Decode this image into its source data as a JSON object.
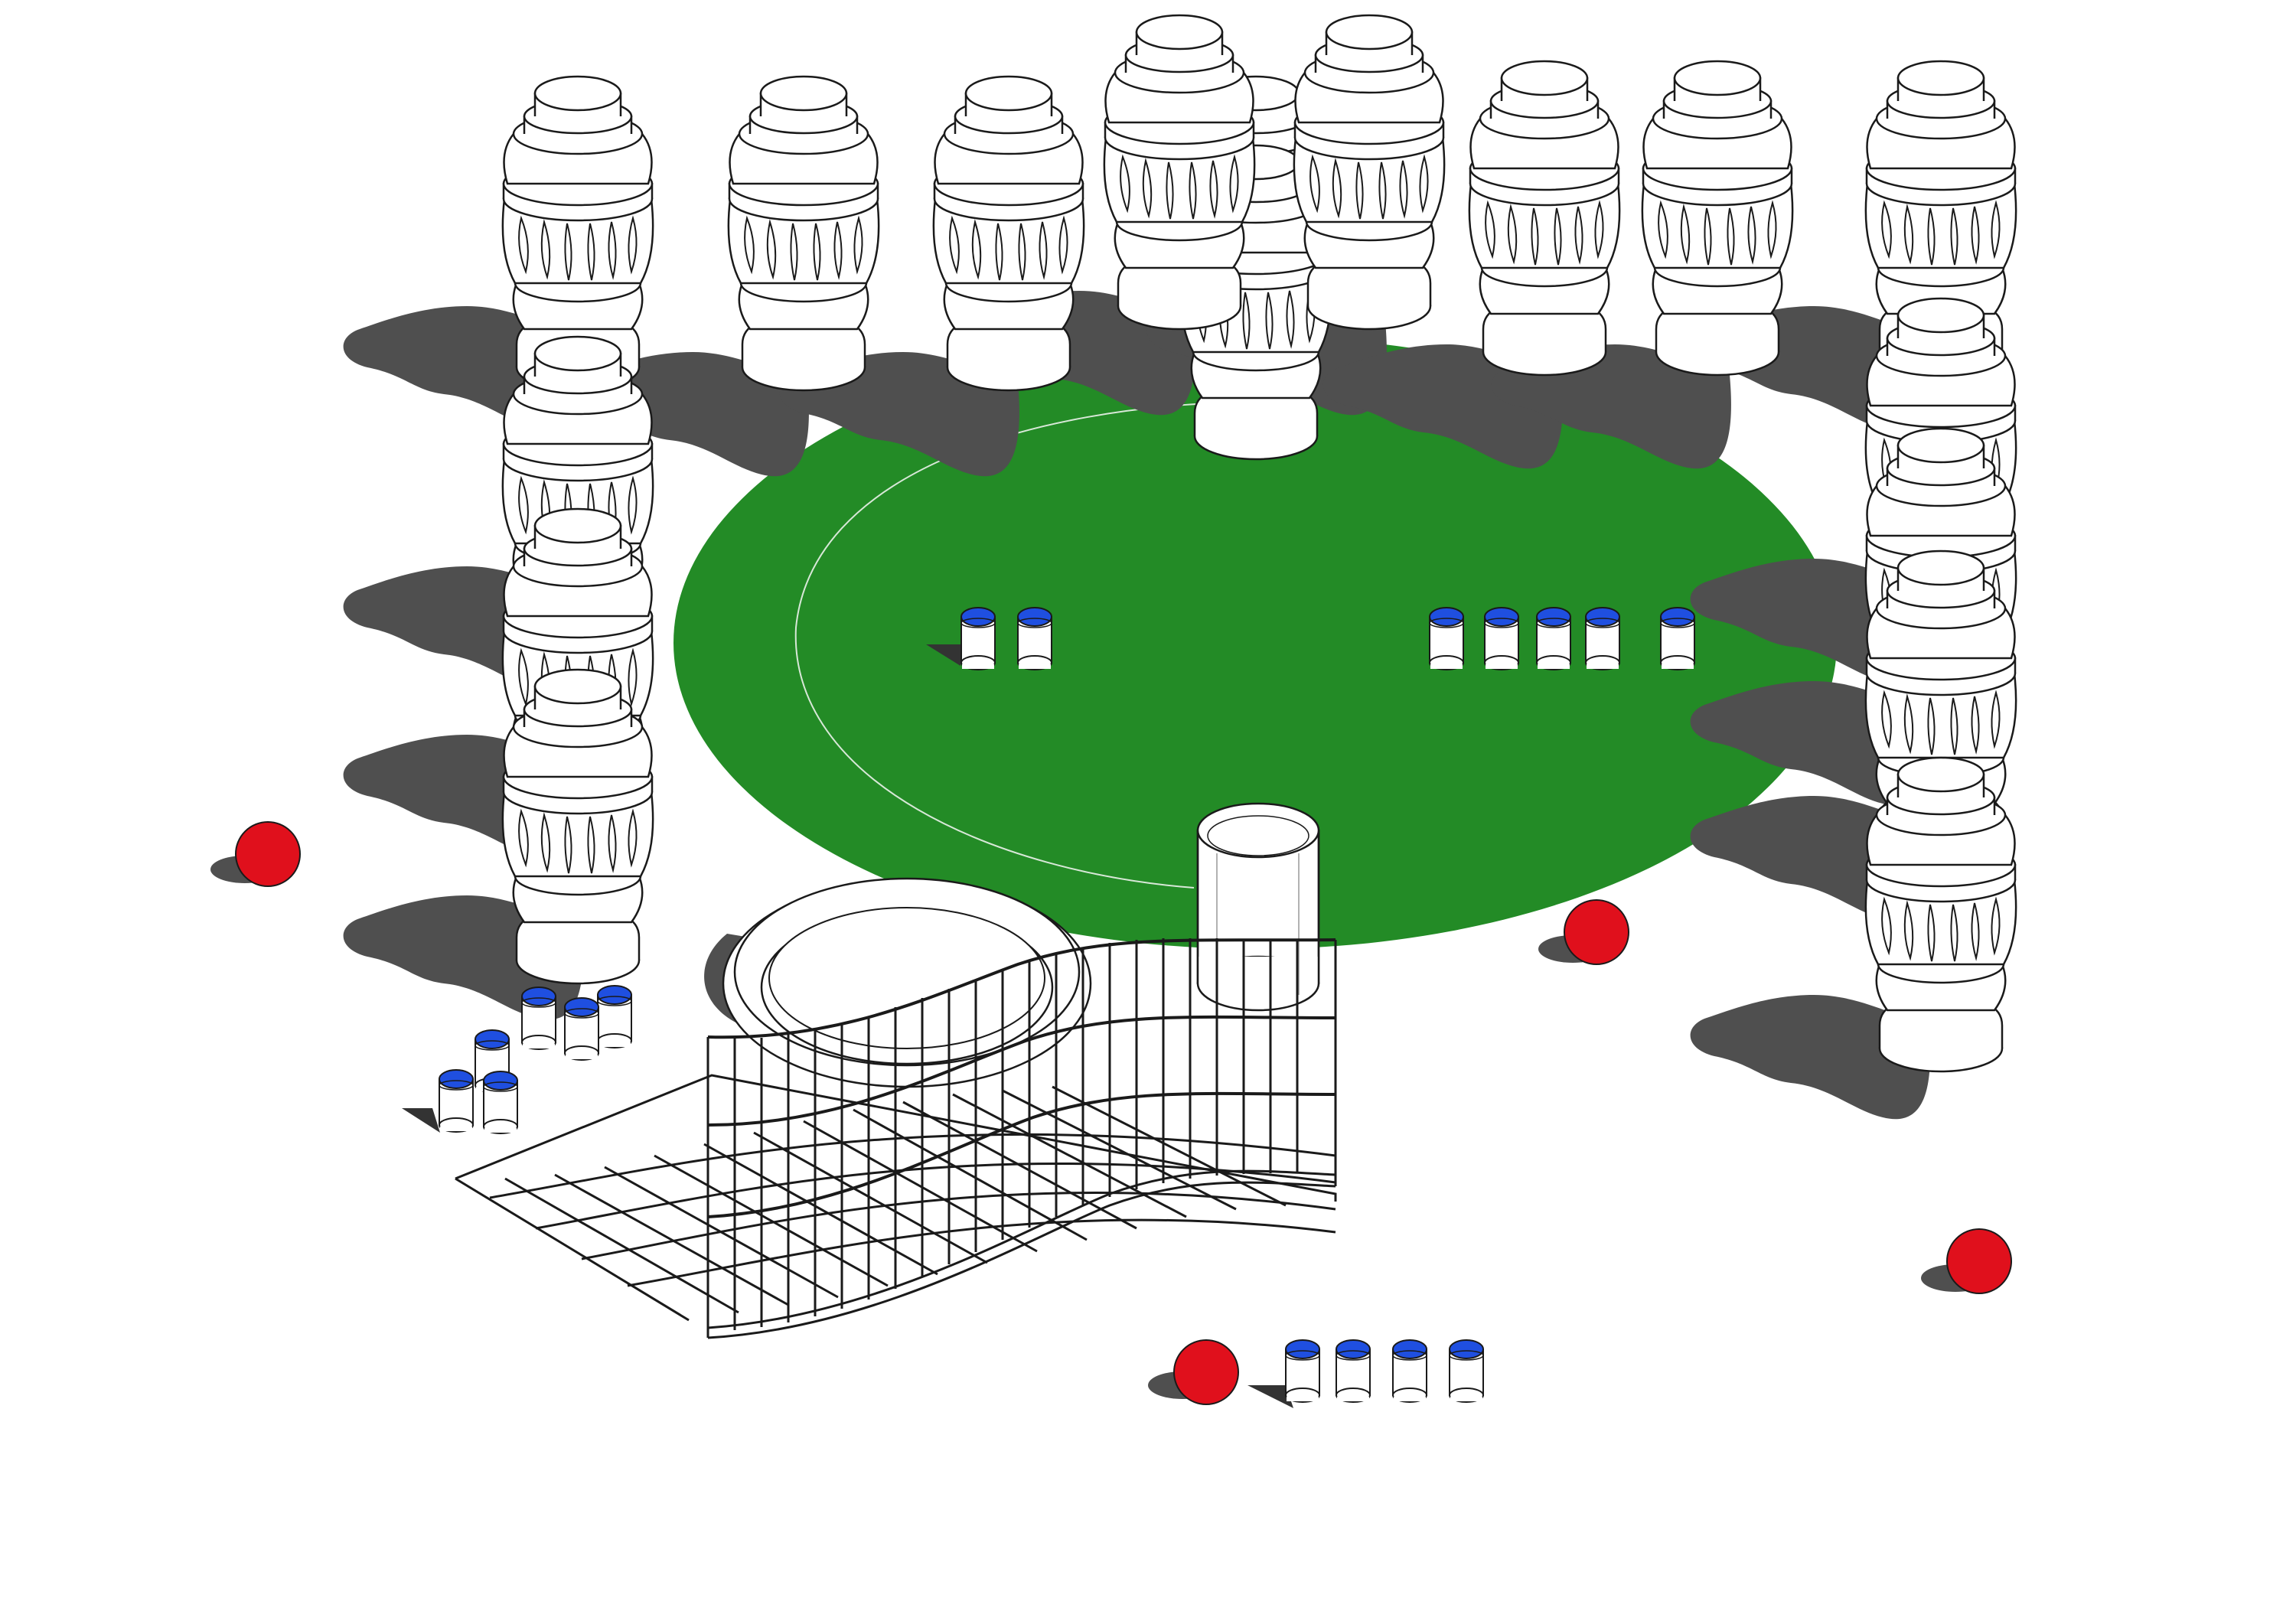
{
  "diagram": {
    "kind": "axonometric site diagram",
    "colors": {
      "background": "#ffffff",
      "lawn": "#238b26",
      "shadow": "#4f4f4f",
      "outline": "#1a1a1a",
      "cap": "#1f4fe0",
      "sphere": "#e0101c",
      "element_fill": "#ffffff"
    },
    "elements": {
      "balusters": "icon-baluster",
      "bollards": "icon-cylinder-blue-cap",
      "spheres": "icon-red-sphere",
      "lawn": "green-oval-lawn",
      "fence": "curved-grid-fence",
      "planter": "ring-planter",
      "kiosk": "glass-cylinder"
    }
  }
}
